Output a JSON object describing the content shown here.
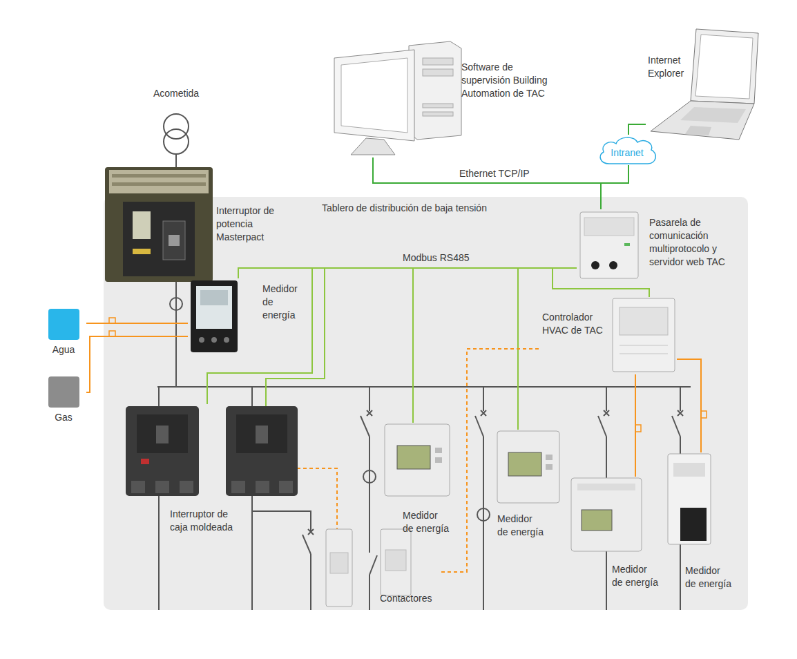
{
  "diagram": {
    "nodes": [
      {
        "text": [
          "Acometida"
        ]
      },
      {
        "text": [
          "Software de supervisión Building Automation de TAC"
        ]
      },
      {
        "text": [
          "Internet Explorer"
        ]
      },
      {
        "text": [
          "Intranet"
        ]
      },
      {
        "text": [
          "Tablero de distribución de baja tensión"
        ]
      },
      {
        "text": [
          "Interruptor de potencia Masterpact"
        ],
        "in": 4
      },
      {
        "text": [
          "Pasarela de comunicación multiprotocolo y servidor web TAC"
        ],
        "in": 4
      },
      {
        "text": [
          "Medidor de energía"
        ],
        "in": 4
      },
      {
        "text": [
          "Controlador HVAC de TAC"
        ],
        "in": 4
      },
      {
        "text": [
          "Agua"
        ]
      },
      {
        "text": [
          "Gas"
        ]
      },
      {
        "text": [
          "Interruptor de caja moldeada"
        ],
        "in": 4
      },
      {
        "text": [
          "Medidor de energía"
        ],
        "in": 4
      },
      {
        "text": [
          "Medidor de energía"
        ],
        "in": 4
      },
      {
        "text": [
          "Contactores"
        ],
        "in": 4
      },
      {
        "text": [
          "Medidor de energía"
        ],
        "in": 4
      },
      {
        "text": [
          "Medidor de energía"
        ],
        "in": 4
      }
    ],
    "edges": [
      {
        "from": 1,
        "to": 6,
        "arrow": "none",
        "label": "Ethernet TCP/IP"
      },
      {
        "from": 3,
        "to": 6,
        "arrow": "none"
      },
      {
        "from": 2,
        "to": 3,
        "arrow": "none"
      },
      {
        "from": 6,
        "to": 7,
        "arrow": "none",
        "label": "Modbus RS485"
      },
      {
        "from": 6,
        "to": 11,
        "arrow": "none"
      },
      {
        "from": 6,
        "to": 12,
        "arrow": "none"
      },
      {
        "from": 6,
        "to": 13,
        "arrow": "none"
      },
      {
        "from": 6,
        "to": 8,
        "arrow": "none"
      },
      {
        "from": 9,
        "to": 7,
        "arrow": "none"
      },
      {
        "from": 10,
        "to": 7,
        "arrow": "none"
      },
      {
        "from": 8,
        "to": 14,
        "arrow": "none"
      },
      {
        "from": 8,
        "to": 15,
        "arrow": "none"
      },
      {
        "from": 8,
        "to": 16,
        "arrow": "none"
      }
    ]
  }
}
